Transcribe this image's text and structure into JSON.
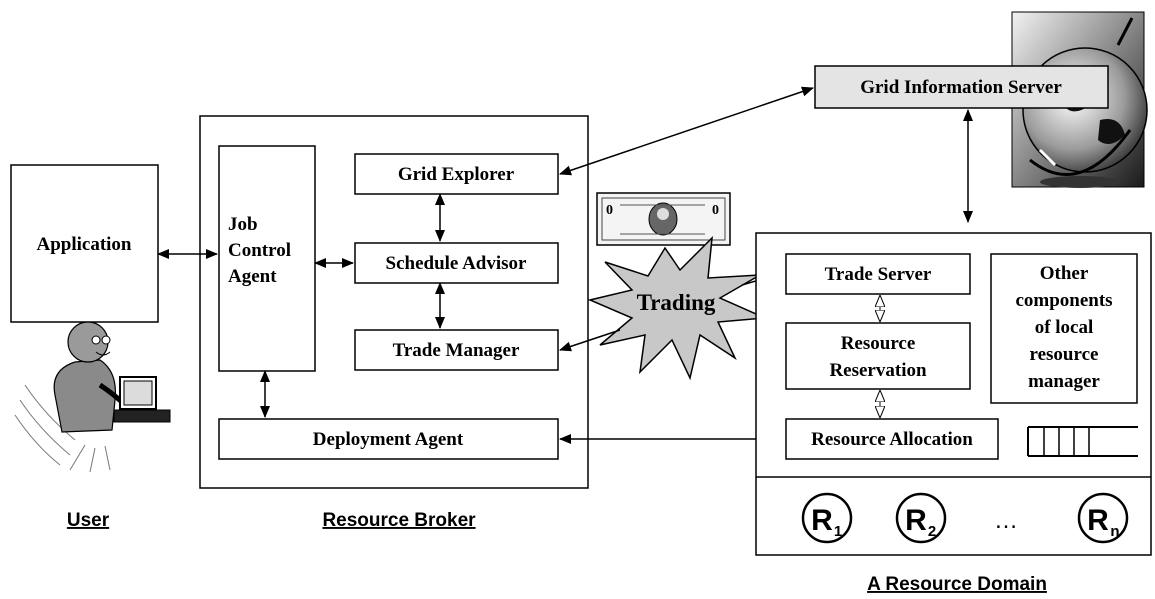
{
  "labels": {
    "user": "User",
    "resource_broker": "Resource Broker",
    "resource_domain": "A Resource Domain"
  },
  "boxes": {
    "application": "Application",
    "job_control_line1": "Job",
    "job_control_line2": "Control",
    "job_control_line3": "Agent",
    "grid_explorer": "Grid Explorer",
    "schedule_advisor": "Schedule Advisor",
    "trade_manager": "Trade Manager",
    "deployment_agent": "Deployment Agent",
    "grid_information_server": "Grid Information Server",
    "trade_server": "Trade Server",
    "resource_reservation_line1": "Resource",
    "resource_reservation_line2": "Reservation",
    "resource_allocation": "Resource Allocation",
    "other_line1": "Other",
    "other_line2": "components",
    "other_line3": "of local",
    "other_line4": "resource",
    "other_line5": "manager",
    "trading": "Trading"
  },
  "resources": {
    "r1": "R",
    "r1_sub": "1",
    "r2": "R",
    "r2_sub": "2",
    "ellipsis": "…",
    "rn": "R",
    "rn_sub": "n"
  },
  "icons": [
    "user-at-computer-icon",
    "globe-icon",
    "dollar-bill-icon",
    "queue-icon"
  ]
}
